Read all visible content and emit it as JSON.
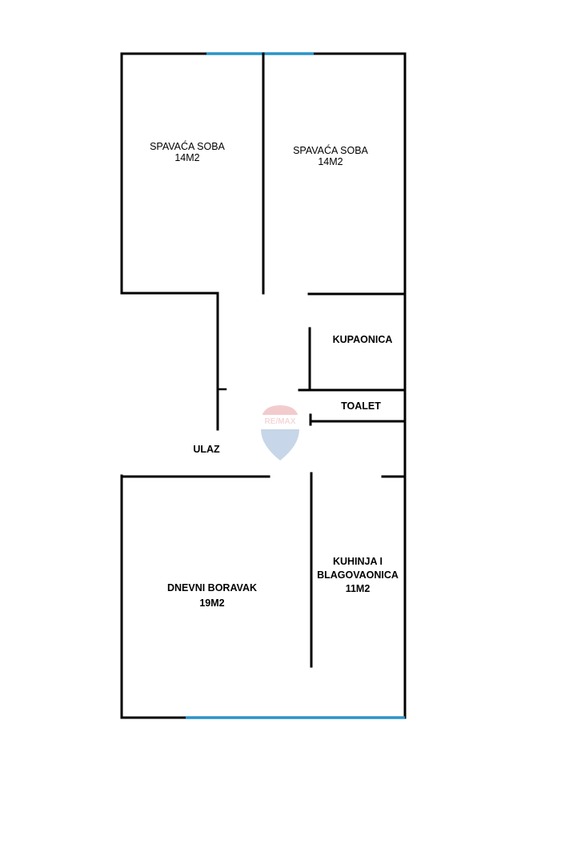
{
  "colors": {
    "wall": "#000000",
    "window": "#2a93c9",
    "watermark_red": "#e8a2a5",
    "watermark_blue": "#9bb6d6",
    "background": "#ffffff"
  },
  "watermark": {
    "brand": "RE/MAX",
    "icon": "balloon-icon"
  },
  "rooms": {
    "bedroom_left": {
      "name": "SPAVAĆA SOBA",
      "area": "14M2"
    },
    "bedroom_right": {
      "name": "SPAVAĆA SOBA",
      "area": "14M2"
    },
    "bathroom": {
      "name": "KUPAONICA"
    },
    "toilet": {
      "name": "TOALET"
    },
    "entrance": {
      "name": "ULAZ"
    },
    "living_room": {
      "name": "DNEVNI BORAVAK",
      "area": "19M2"
    },
    "kitchen": {
      "name_line1": "KUHINJA I",
      "name_line2": "BLAGOVAONICA",
      "area": "11M2"
    }
  }
}
